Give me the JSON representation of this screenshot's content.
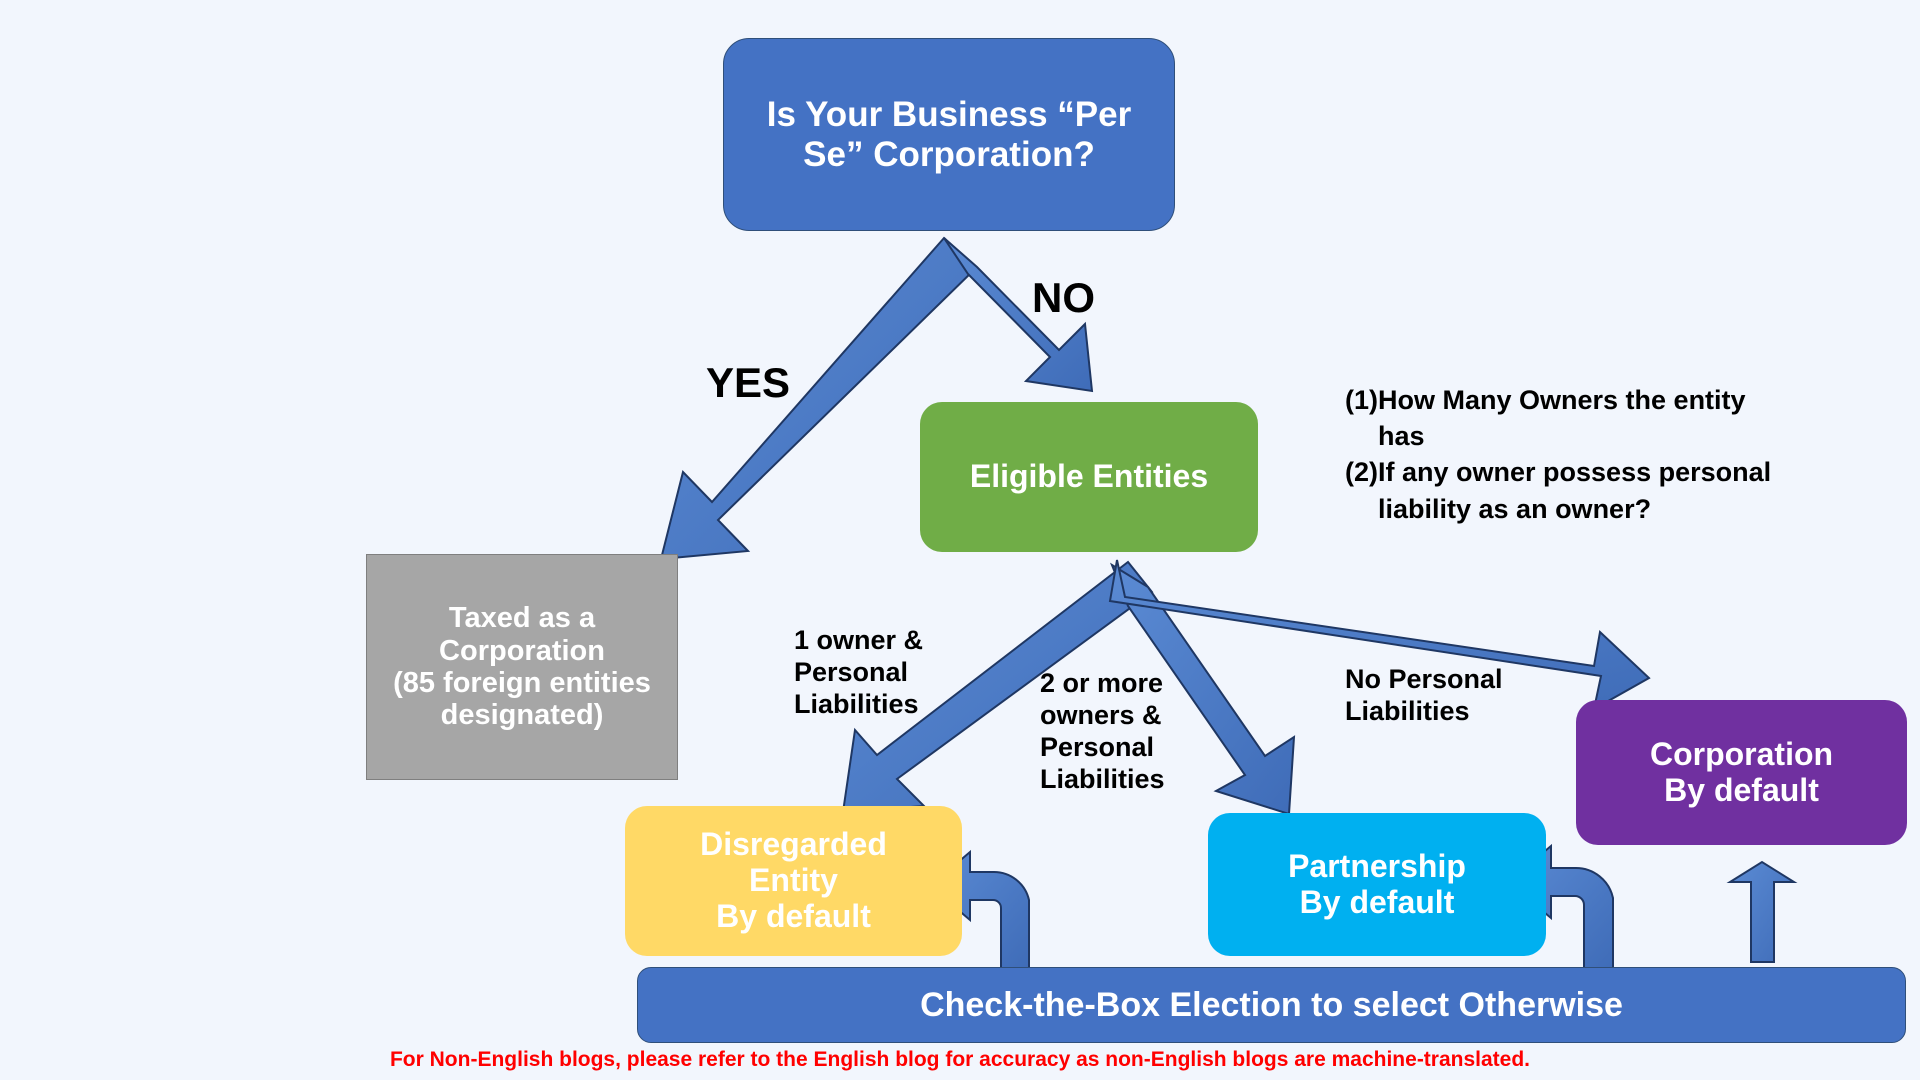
{
  "diagram": {
    "title_node": {
      "label": "Is Your Business “Per Se” Corporation?"
    },
    "nodes": {
      "question": "Is Your Business “Per Se” Corporation?",
      "eligible_entities": "Eligible Entities",
      "taxed_as_corporation": "Taxed as a Corporation\n(85 foreign entities designated)",
      "taxed_line1": "Taxed as a",
      "taxed_line2": "Corporation",
      "taxed_line3": "(85 foreign entities",
      "taxed_line4": "designated)",
      "disregarded_line1": "Disregarded",
      "disregarded_line2": "Entity",
      "disregarded_line3": "By default",
      "partnership_line1": "Partnership",
      "partnership_line2": "By default",
      "corporation_line1": "Corporation",
      "corporation_line2": "By default",
      "check_the_box": "Check-the-Box Election to select Otherwise"
    },
    "edge_labels": {
      "yes": "YES",
      "no": "NO",
      "one_owner": "1 owner & Personal Liabilities",
      "one_owner_l1": "1 owner &",
      "one_owner_l2": "Personal",
      "one_owner_l3": "Liabilities",
      "two_owners_l1": "2 or more",
      "two_owners_l2": "owners &",
      "two_owners_l3": "Personal",
      "two_owners_l4": "Liabilities",
      "no_personal_l1": "No Personal",
      "no_personal_l2": "Liabilities"
    },
    "right_note": {
      "item1_num": "(1)",
      "item1_text": "How Many Owners the entity has",
      "item2_num": "(2)",
      "item2_text": "If any owner possess personal liability as an owner?"
    },
    "footer": "For Non-English blogs, please refer to the English blog for accuracy as non-English blogs are machine-translated.",
    "colors": {
      "background": "#f2f6fd",
      "blue": "#4472c4",
      "green": "#70ad47",
      "gray": "#a6a6a6",
      "yellow": "#ffd966",
      "cyan": "#00b0f0",
      "purple": "#7030a0",
      "arrow": "#4472c4",
      "arrow_outline": "#203864",
      "footer_text": "#ff0000",
      "node_text": "#ffffff",
      "label_text": "#000000"
    }
  }
}
